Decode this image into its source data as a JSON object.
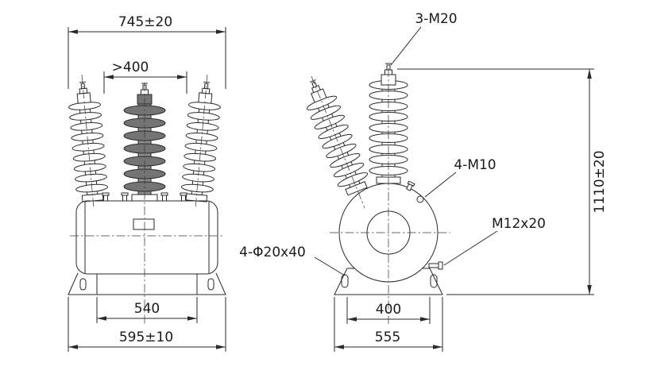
{
  "colors": {
    "line": "#2a2a2a",
    "background": "#ffffff",
    "dark_bushing_fill": "#747474"
  },
  "annotations": {
    "overall_width": "745±20",
    "terminal_clearance": ">400",
    "primary_terminal_bolt": "3-M20",
    "secondary_terminal_bolts": "4-M10",
    "earthing_bolt": "M12x20",
    "overall_height": "1110±20",
    "mounting_slots": "4-Φ20x40",
    "front_slot_span": "540",
    "front_base_width": "595±10",
    "side_slot_span": "400",
    "side_base_width": "555"
  }
}
